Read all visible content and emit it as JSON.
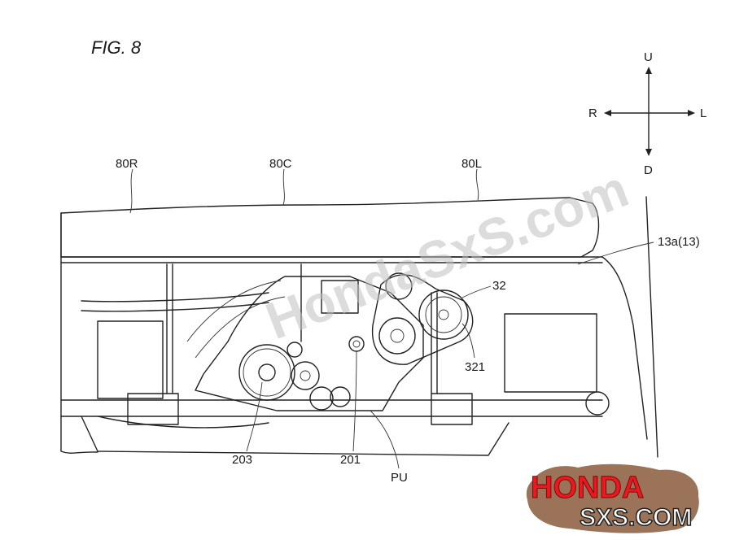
{
  "figure": {
    "title": "FIG. 8"
  },
  "directions": {
    "up": "U",
    "down": "D",
    "right": "R",
    "left": "L"
  },
  "labels": {
    "seat_right": "80R",
    "seat_center": "80C",
    "seat_left": "80L",
    "floor": "13a(13)",
    "belt_cover": "32",
    "pulley": "321",
    "gear": "203",
    "shaft": "201",
    "power_unit": "PU"
  },
  "watermark": {
    "diagonal": "HondaSxS.com",
    "logo_top": "HONDA",
    "logo_bottom": "SXS.COM"
  },
  "colors": {
    "line": "#222222",
    "logo_red": "#e8191f",
    "logo_brown": "#8a5a3b",
    "watermark_gray": "#bfbfbf"
  }
}
